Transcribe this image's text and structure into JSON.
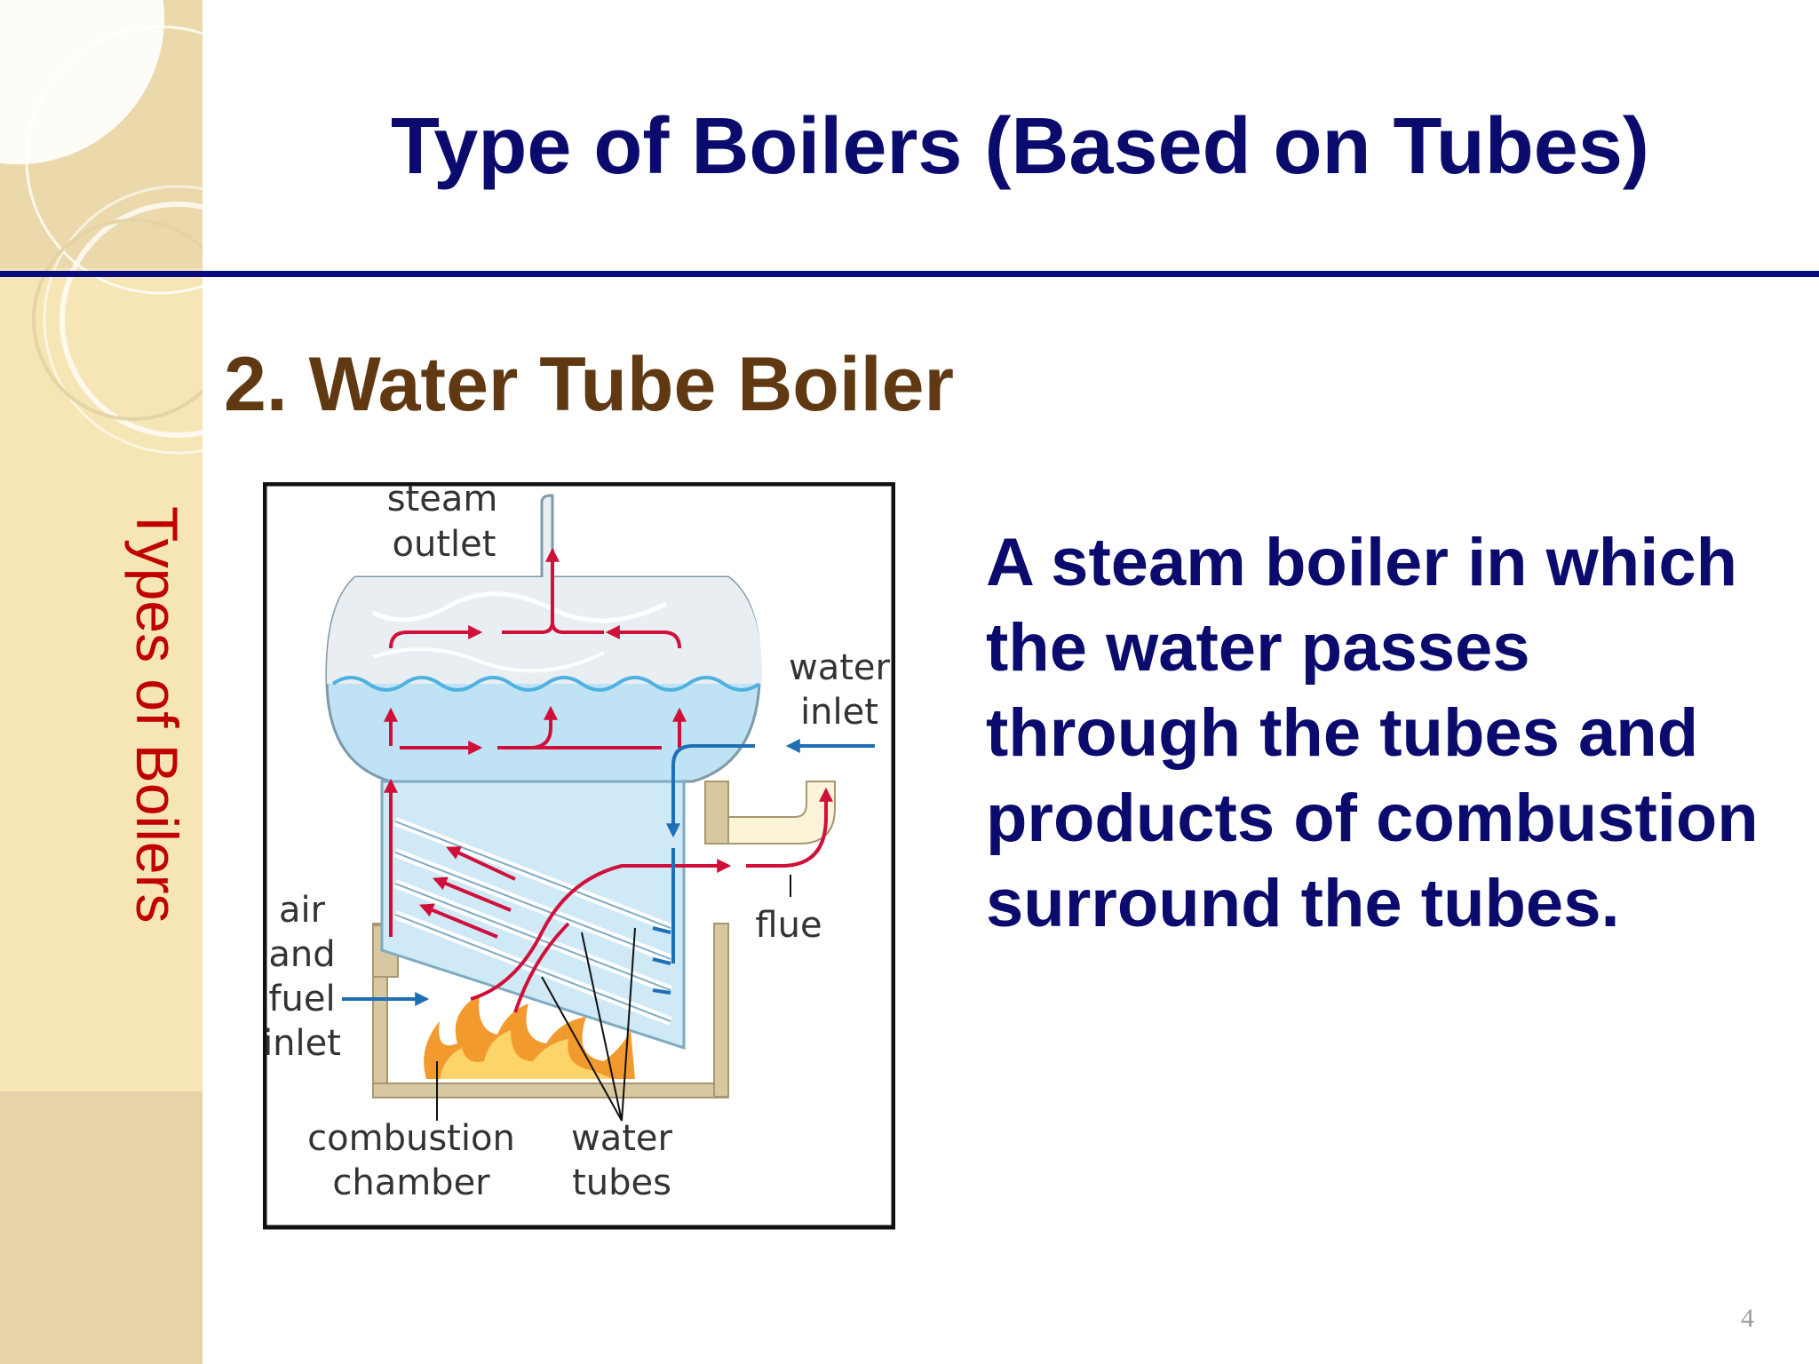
{
  "slide": {
    "title": "Type of Boilers (Based on Tubes)",
    "sidebar_title": "Types of Boilers",
    "subheading": "2. Water Tube Boiler",
    "body": "A steam boiler in which the water passes through the tubes and products of combustion surround the tubes.",
    "page_number": "4"
  },
  "diagram": {
    "labels": {
      "steam_outlet_1": "steam",
      "steam_outlet_2": "outlet",
      "water_inlet_1": "water",
      "water_inlet_2": "inlet",
      "air_1": "air",
      "air_2": "and",
      "air_3": "fuel",
      "air_4": "inlet",
      "flue": "flue",
      "combustion_1": "combustion",
      "combustion_2": "chamber",
      "tubes_1": "water",
      "tubes_2": "tubes"
    }
  },
  "colors": {
    "title": "#0b0b6e",
    "subheading": "#603811",
    "sidebar_title": "#c00000",
    "sidebar_bg": "#f6e6b6",
    "flow_hot": "#d0103a",
    "flow_cold": "#1f6fb5",
    "water": "#bfe3f4",
    "brick": "#d8c8a0"
  }
}
